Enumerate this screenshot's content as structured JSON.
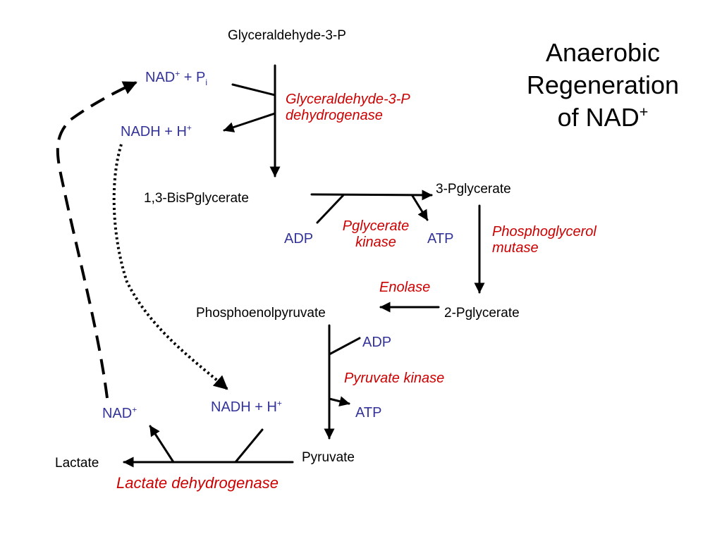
{
  "title": {
    "line1": "Anaerobic",
    "line2": "Regeneration",
    "line3": "of NAD",
    "line3_sup": "+"
  },
  "molecules": {
    "g3p": "Glyceraldehyde-3-P",
    "bpg": "1,3-BisPglycerate",
    "pg3": "3-Pglycerate",
    "pg2": "2-Pglycerate",
    "pep": "Phosphoenolpyruvate",
    "pyruvate": "Pyruvate",
    "lactate": "Lactate"
  },
  "cofactors": {
    "nad_pi": {
      "nad": "NAD",
      "sup": "+",
      "plus": " + P",
      "sub": "i"
    },
    "nadh_top": {
      "text": "NADH + H",
      "sup": "+"
    },
    "adp1": "ADP",
    "atp1": "ATP",
    "adp2": "ADP",
    "atp2": "ATP",
    "nadh_bottom": {
      "text": "NADH + H",
      "sup": "+"
    },
    "nad_bottom": {
      "text": "NAD",
      "sup": "+"
    }
  },
  "enzymes": {
    "gapdh_line1": "Glyceraldehyde-3-P",
    "gapdh_line2": "dehydrogenase",
    "pgk_line1": "Pglycerate",
    "pgk_line2": "kinase",
    "pgm_line1": "Phosphoglycerol",
    "pgm_line2": "mutase",
    "enolase": "Enolase",
    "pk": "Pyruvate kinase",
    "ldh": "Lactate dehydrogenase"
  },
  "colors": {
    "molecule": "#000000",
    "cofactor": "#333399",
    "enzyme": "#cc0000"
  }
}
